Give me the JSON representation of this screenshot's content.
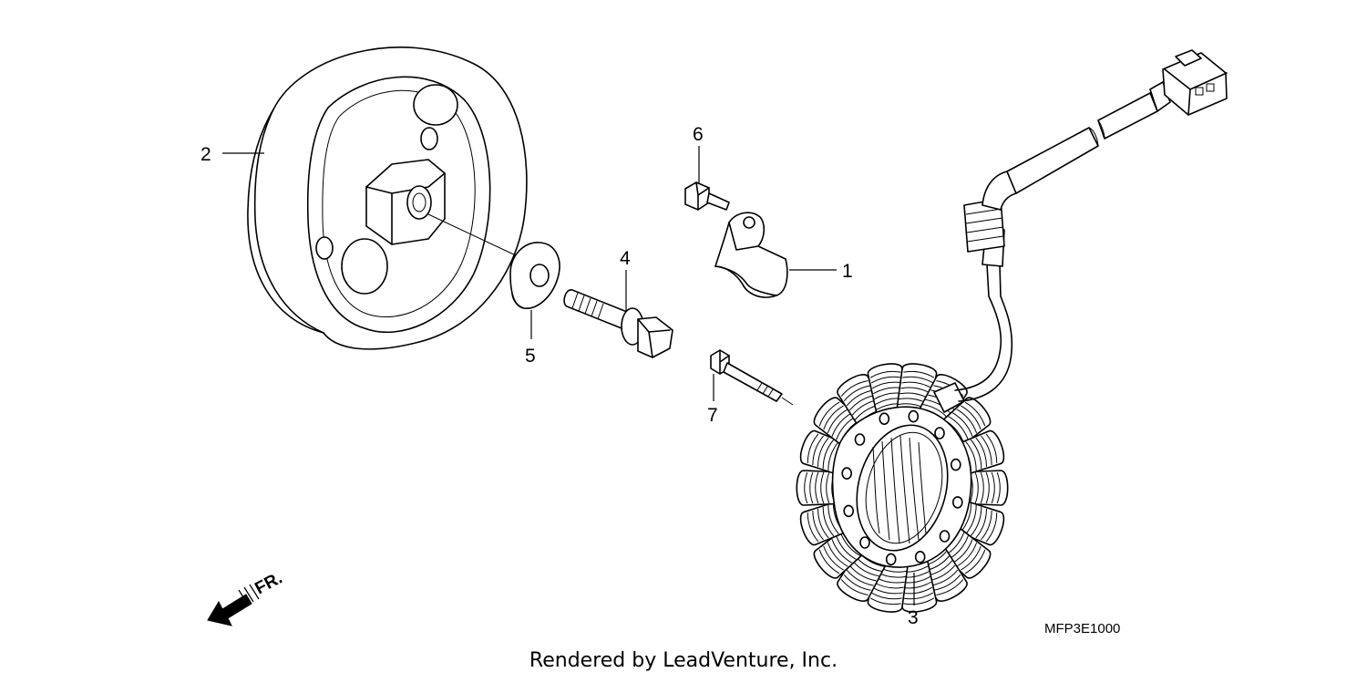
{
  "callouts": {
    "part_1": "1",
    "part_2": "2",
    "part_3": "3",
    "part_4": "4",
    "part_5": "5",
    "part_6": "6",
    "part_7": "7"
  },
  "direction_label": "FR.",
  "diagram_code": "MFP3E1000",
  "footer_text": "Rendered by LeadVenture, Inc."
}
